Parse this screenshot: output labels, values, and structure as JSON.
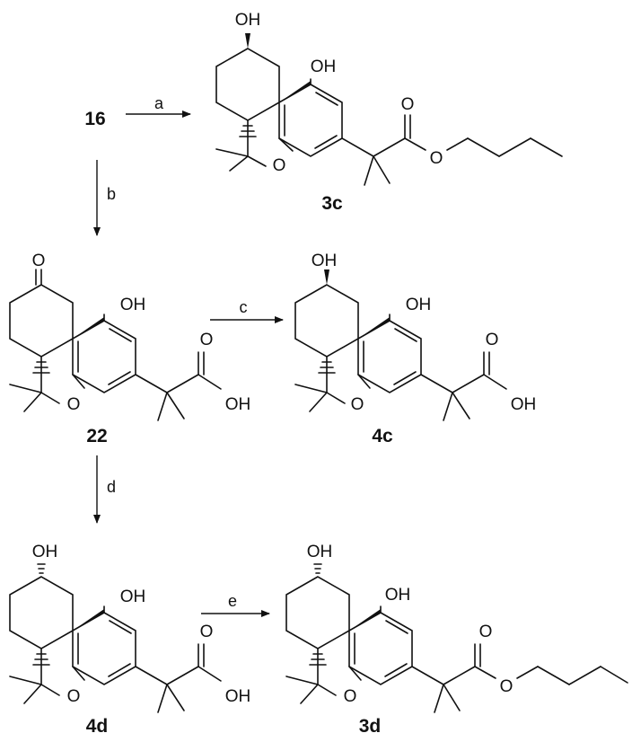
{
  "scheme": {
    "compounds": {
      "start": "16",
      "c3c": "3c",
      "c22": "22",
      "c4c": "4c",
      "c4d": "4d",
      "c3d": "3d"
    },
    "reagents": {
      "a": "a",
      "b": "b",
      "c": "c",
      "d": "d",
      "e": "e"
    },
    "atoms": {
      "OH": "OH",
      "O": "O"
    },
    "colors": {
      "ink": "#111111",
      "background": "#ffffff"
    }
  }
}
